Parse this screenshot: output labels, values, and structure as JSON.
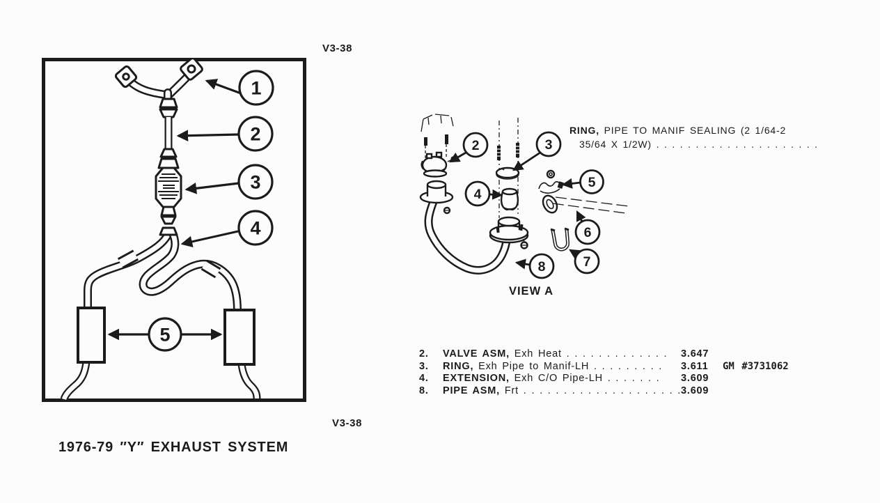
{
  "page": {
    "background": "#fcfcfc",
    "ink": "#1b1b1b"
  },
  "figure": {
    "top_code": "V3-38",
    "bottom_code": "V3-38",
    "caption": "1976-79 ″Y″ EXHAUST SYSTEM"
  },
  "left_diagram": {
    "callouts": [
      "1",
      "2",
      "3",
      "4",
      "5"
    ]
  },
  "view_a": {
    "label": "VIEW A",
    "callouts": [
      "2",
      "3",
      "4",
      "5",
      "6",
      "7",
      "8"
    ]
  },
  "ring_note": {
    "bold": "RING,",
    "line1_rest": " PIPE TO MANIF SEALING (2 1/64-2",
    "line2": "35/64 X 1/2W) . . . . . . . . . . . . . . . . . . . . ."
  },
  "parts_list": {
    "rows": [
      {
        "num": "2.",
        "name": "VALVE ASM,",
        "desc": "Exh Heat",
        "dots": " . . . . . . . . . . . . .",
        "code": "3.647",
        "gm": ""
      },
      {
        "num": "3.",
        "name": "RING,",
        "desc": "Exh Pipe to Manif-LH",
        "dots": " . . . . . . . . .",
        "code": "3.611",
        "gm": "GM #3731062"
      },
      {
        "num": "4.",
        "name": "EXTENSION,",
        "desc": "Exh C/O Pipe-LH",
        "dots": " . . . . . . .",
        "code": "3.609",
        "gm": ""
      },
      {
        "num": "8.",
        "name": "PIPE ASM,",
        "desc": "Frt",
        "dots": " . . . . . . . . . . . . . . . . . . . .",
        "code": "3.609",
        "gm": ""
      }
    ]
  }
}
